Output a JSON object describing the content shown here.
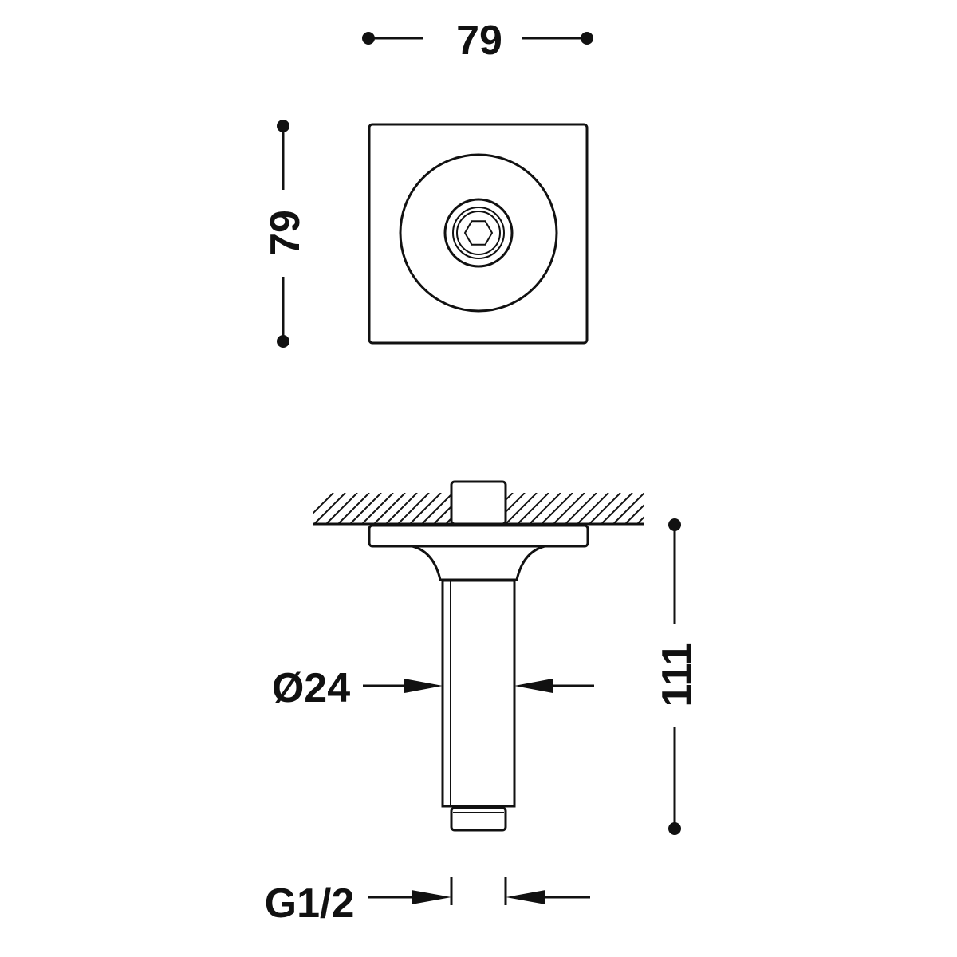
{
  "colors": {
    "ink": "#111111",
    "background": "#ffffff"
  },
  "dimensions": {
    "top_width": "79",
    "top_height": "79",
    "diameter": "Ø24",
    "height": "111",
    "thread": "G1/2"
  }
}
